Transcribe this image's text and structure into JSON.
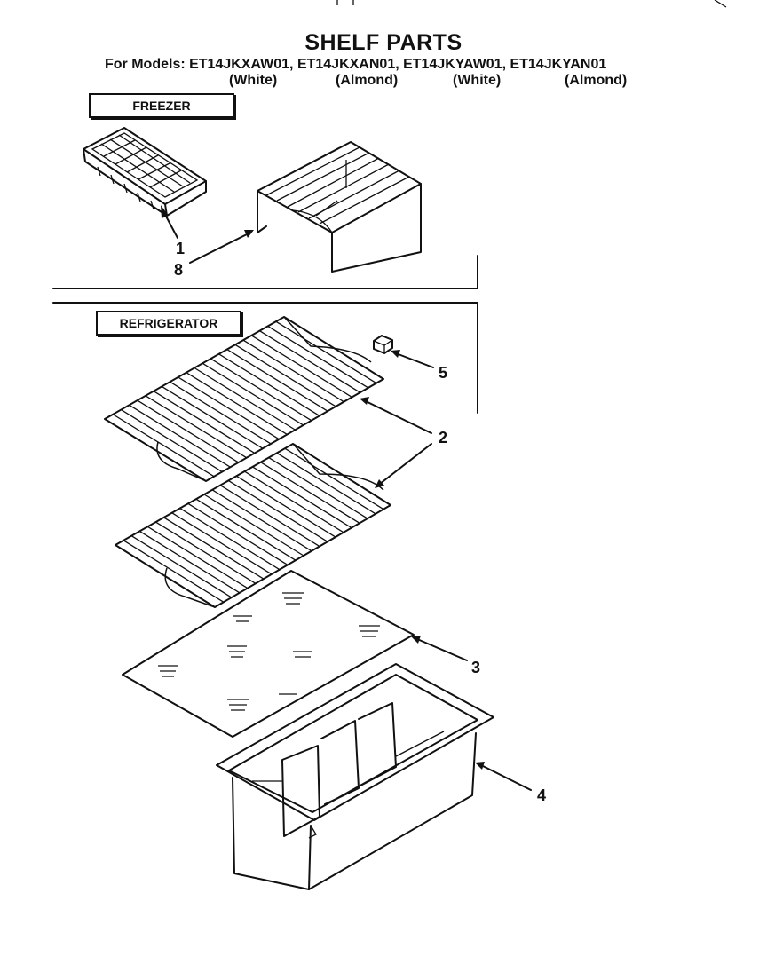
{
  "title": "SHELF PARTS",
  "models_line": "For Models: ET14JKXAW01, ET14JKXAN01, ET14JKYAW01, ET14JKYAN01",
  "colors": [
    "(White)",
    "(Almond)",
    "(White)",
    "(Almond)"
  ],
  "sections": {
    "freezer": "FREEZER",
    "refrigerator": "REFRIGERATOR"
  },
  "callouts": {
    "c1": "1",
    "c8": "8",
    "c5": "5",
    "c2": "2",
    "c3": "3",
    "c4": "4"
  },
  "icons": [
    "ice-tray-part",
    "freezer-shelf-part",
    "shelf-clip-part",
    "wire-shelf-part",
    "glass-shelf-part",
    "crisper-pan-part"
  ]
}
